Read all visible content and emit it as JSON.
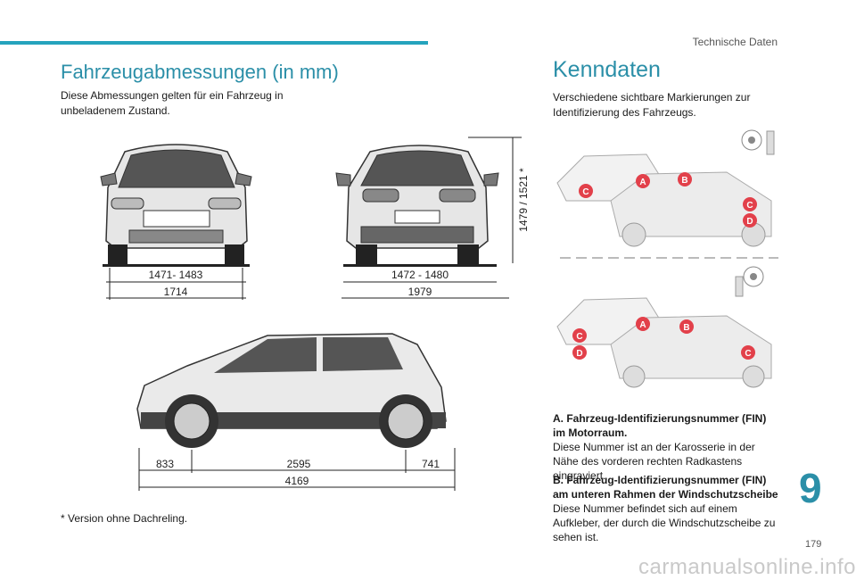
{
  "header": {
    "section": "Technische Daten",
    "accent": "#25a3bd"
  },
  "left": {
    "title": "Fahrzeugabmessungen (in mm)",
    "intro": "Diese Abmessungen gelten für ein Fahrzeug in unbeladenem Zustand.",
    "front": {
      "track": "1471- 1483",
      "width": "1714"
    },
    "rear": {
      "track": "1472 - 1480",
      "width": "1979",
      "height": "1479 / 1521 *"
    },
    "side": {
      "overhang_front": "833",
      "wheelbase": "2595",
      "overhang_rear": "741",
      "length": "4169"
    },
    "footnote": "* Version ohne Dachreling."
  },
  "right": {
    "title": "Kenndaten",
    "intro": "Verschiedene sichtbare Markierungen zur Identifizierung des Fahrzeugs.",
    "markers": [
      "A",
      "B",
      "C",
      "D"
    ],
    "marker_color": "#e2404a",
    "item_a_title": "A. Fahrzeug-Identifizierungsnummer (FIN) im Motorraum.",
    "item_a_text": "Diese Nummer ist an der Karosserie in der Nähe des vorderen rechten Radkastens eingraviert.",
    "item_b_title": "B. Fahrzeug-Identifizierungsnummer (FIN) am unteren Rahmen der Windschutzscheibe",
    "item_b_text": "Diese Nummer befindet sich auf einem Aufkleber, der durch die Windschutzscheibe zu sehen ist."
  },
  "footer": {
    "chapter": "9",
    "page": "179",
    "watermark": "carmanualsonline.info"
  }
}
